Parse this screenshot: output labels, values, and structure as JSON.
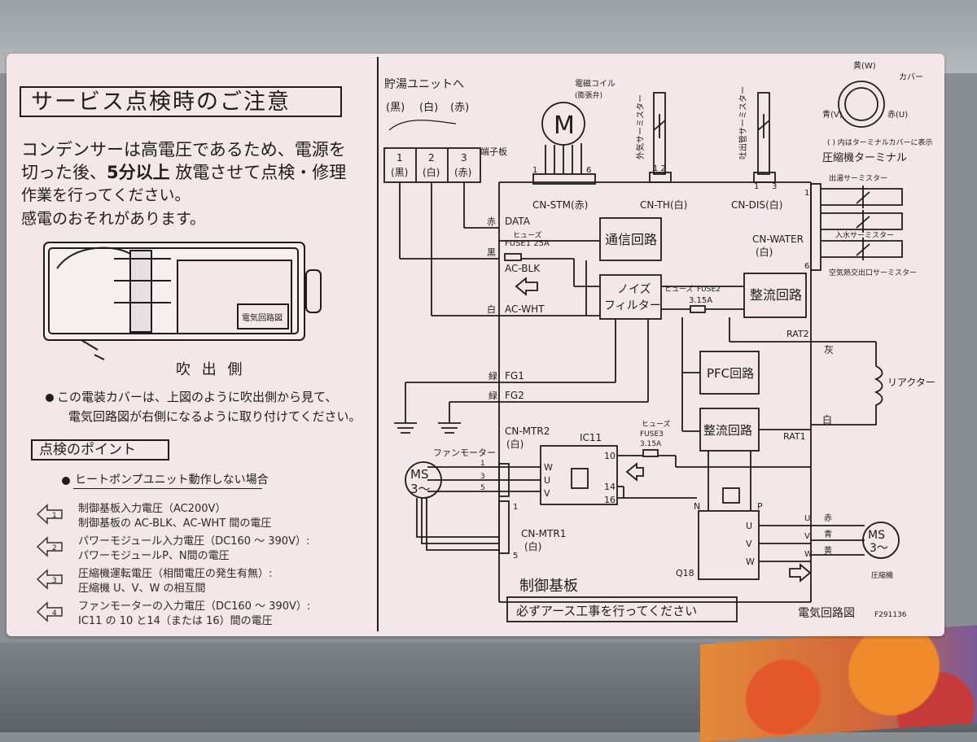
{
  "left_panel": {
    "title": "サービス点検時のご注意",
    "warning_line1": "コンデンサーは高電圧であるため、電源を",
    "warning_line2_pre": "切った後、",
    "warning_line2_bold": "5分以上",
    "warning_line2_post": " 放電させて点検・修理",
    "warning_line3": "作業を行ってください。",
    "warning_line4": "感電のおそれがあります。",
    "unit_box_label": "電気回路図",
    "unit_caption": "吹 出 側",
    "cover_note_line1": "この電装カバーは、上図のように吹出側から見て、",
    "cover_note_line2": "電気回路図が右側になるように取り付けてください。",
    "check_heading": "点検のポイント",
    "check_subheading": "ヒートポンプユニット動作しない場合",
    "check_items": [
      {
        "num": "1",
        "line1": "制御基板入力電圧（AC200V）",
        "line2": "制御基板の AC-BLK、AC-WHT 間の電圧"
      },
      {
        "num": "2",
        "line1": "パワーモジュール入力電圧（DC160 ～ 390V）:",
        "line2": "パワーモジュールP、N間の電圧"
      },
      {
        "num": "3",
        "line1": "圧縮機運転電圧（相間電圧の発生有無）:",
        "line2": "圧縮機 U、V、W の相互間"
      },
      {
        "num": "4",
        "line1": "ファンモーターの入力電圧（DC160 ～ 390V）:",
        "line2": "IC11 の 10 と14（または 16）間の電圧"
      }
    ]
  },
  "diagram": {
    "storage_unit": "貯湯ユニットへ",
    "wire_colors": [
      "(黒)",
      "(白)",
      "(赤)"
    ],
    "terminal_board_cells": [
      {
        "num": "1",
        "color": "(黒)"
      },
      {
        "num": "2",
        "color": "(白)"
      },
      {
        "num": "3",
        "color": "(赤)"
      }
    ],
    "terminal_board": "端子板",
    "solenoid": "電磁コイル",
    "solenoid_sub": "(膨張弁)",
    "motor_m": "M",
    "cn_stm": "CN-STM(赤)",
    "cn_stm_pins": [
      "1",
      "6"
    ],
    "outside_thermistor": "外気サーミスター",
    "cn_th": "CN-TH(白)",
    "cn_th_pins": "1 2",
    "discharge_thermistor": "吐出管サーミスター",
    "cn_dis": "CN-DIS(白)",
    "cn_dis_pins": [
      "1",
      "3"
    ],
    "compressor_terminal": "圧縮機ターミナル",
    "cover_marks": {
      "w": "黄(W)",
      "v": "青(V)",
      "u": "赤(U)",
      "cover": "カバー"
    },
    "cover_note": "( ) 内はターミナルカバーに表示",
    "hot_water_thermistor": "出湯サーミスター",
    "inlet_thermistor": "入水サーミスター",
    "air_hx_thermistor": "空気熱交出口サーミスター",
    "cn_water": "CN-WATER",
    "cn_water_color": "(白)",
    "cn_water_pins": [
      "1",
      "6"
    ],
    "data_color": "赤",
    "data": "DATA",
    "blk_color": "黒",
    "fuse_label": "ヒューズ",
    "fuse1": "FUSE1 25A",
    "ac_blk": "AC-BLK",
    "wht_color": "白",
    "ac_wht": "AC-WHT",
    "comm_circuit": "通信回路",
    "noise_filter_l1": "ノイズ",
    "noise_filter_l2": "フィルター",
    "fuse2": "FUSE2",
    "fuse2_rating": "3.15A",
    "rectifier1": "整流回路",
    "rat2": "RAT2",
    "gray": "灰",
    "reactor": "リアクター",
    "pfc": "PFC回路",
    "rectifier2": "整流回路",
    "white": "白",
    "rat1": "RAT1",
    "green": "緑",
    "fg1": "FG1",
    "fg2": "FG2",
    "cn_mtr2": "CN-MTR2",
    "cn_mtr2_color": "(白)",
    "fan_motor": "ファンモーター",
    "ms_fan_l1": "MS",
    "ms_fan_l2": "3～",
    "ic11": "IC11",
    "fuse3": "FUSE3",
    "fuse3_rating": "3.15A",
    "ic_pins": [
      "10",
      "14",
      "16"
    ],
    "wuv": [
      "W",
      "U",
      "V"
    ],
    "fan_pins": [
      "1",
      "3",
      "5"
    ],
    "cn_mtr1": "CN-MTR1",
    "cn_mtr1_color": "(白)",
    "mtr1_pins": [
      "1",
      "5"
    ],
    "n": "N",
    "p": "P",
    "q18": "Q18",
    "uvw": [
      "U",
      "V",
      "W"
    ],
    "phase_colors": [
      "赤",
      "青",
      "黄"
    ],
    "ms_comp_l1": "MS",
    "ms_comp_l2": "3～",
    "compressor": "圧縮機",
    "control_board": "制御基板",
    "earth_notice": "必ずアース工事を行ってください",
    "diagram_title": "電気回路図",
    "part_code": "F291136"
  },
  "colors": {
    "label_bg": "#f4e7ea",
    "ink": "#1d1d1d",
    "frame": "#8a8f93"
  }
}
